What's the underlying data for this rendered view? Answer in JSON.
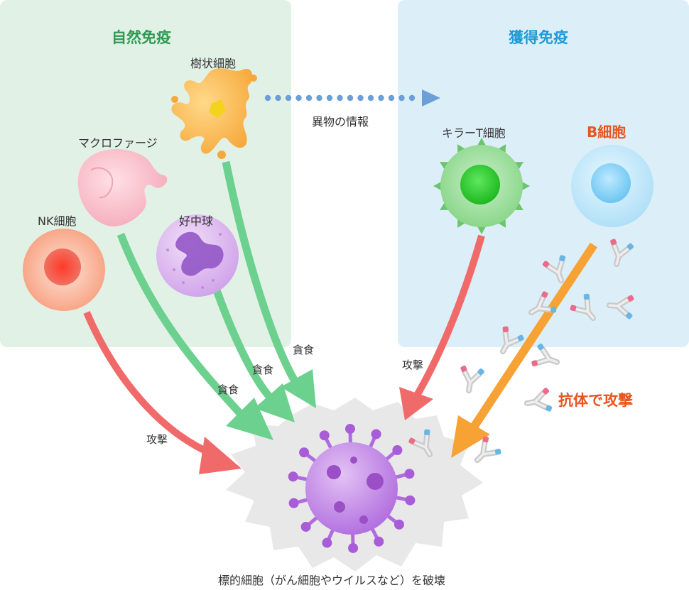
{
  "innate": {
    "title": "自然免疫",
    "title_color": "#2e9a52",
    "bg_color": "#e2f1e6",
    "cells": {
      "dendritic": "樹状細胞",
      "macrophage": "マクロファージ",
      "nk": "NK細胞",
      "neutrophil": "好中球"
    }
  },
  "adaptive": {
    "title": "獲得免疫",
    "title_color": "#1e9ad6",
    "bg_color": "#dceff9",
    "cells": {
      "killer_t": "キラーT細胞",
      "b_cell": "B細胞"
    },
    "b_cell_color": "#e8551e"
  },
  "info_transfer": "異物の情報",
  "actions": {
    "attack_nk": "攻撃",
    "phago_macrophage": "貪食",
    "phago_neutrophil": "貪食",
    "phago_dendritic": "貪食",
    "attack_killer_t": "攻撃",
    "antibody_attack": "抗体で攻撃"
  },
  "target": {
    "caption": "標的細胞（がん細胞やウイルスなど）を破壊"
  },
  "colors": {
    "phagocytosis_arrow": "#6cd08e",
    "attack_arrow": "#f06a6a",
    "antibody_arrow": "#f6a234",
    "info_dots": "#6a9fd8",
    "virus": "#b36fe0",
    "burst": "#e8e8e8"
  }
}
